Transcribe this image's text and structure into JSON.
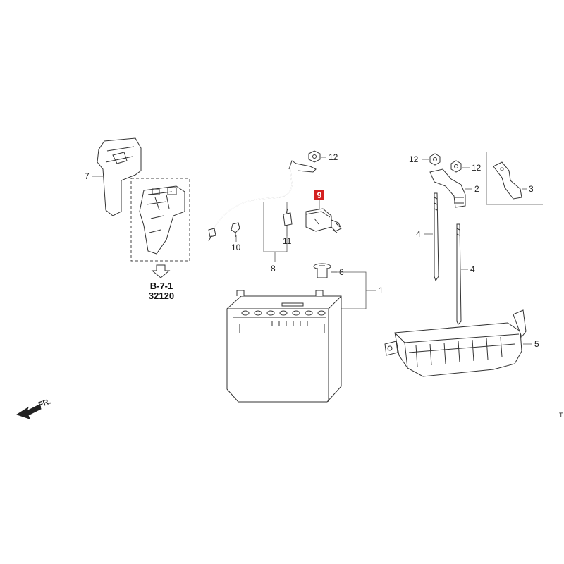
{
  "callouts": {
    "c1": "1",
    "c2": "2",
    "c3": "3",
    "c4a": "4",
    "c4b": "4",
    "c5": "5",
    "c6": "6",
    "c7": "7",
    "c8": "8",
    "c9": "9",
    "c10": "10",
    "c11": "11",
    "c12a": "12",
    "c12b": "12",
    "c12c": "12"
  },
  "reference": {
    "section": "B-7-1",
    "part_number": "32120"
  },
  "direction": {
    "label": "FR."
  },
  "corner_mark": "T",
  "colors": {
    "highlight": "#d42020",
    "line": "#333333"
  }
}
